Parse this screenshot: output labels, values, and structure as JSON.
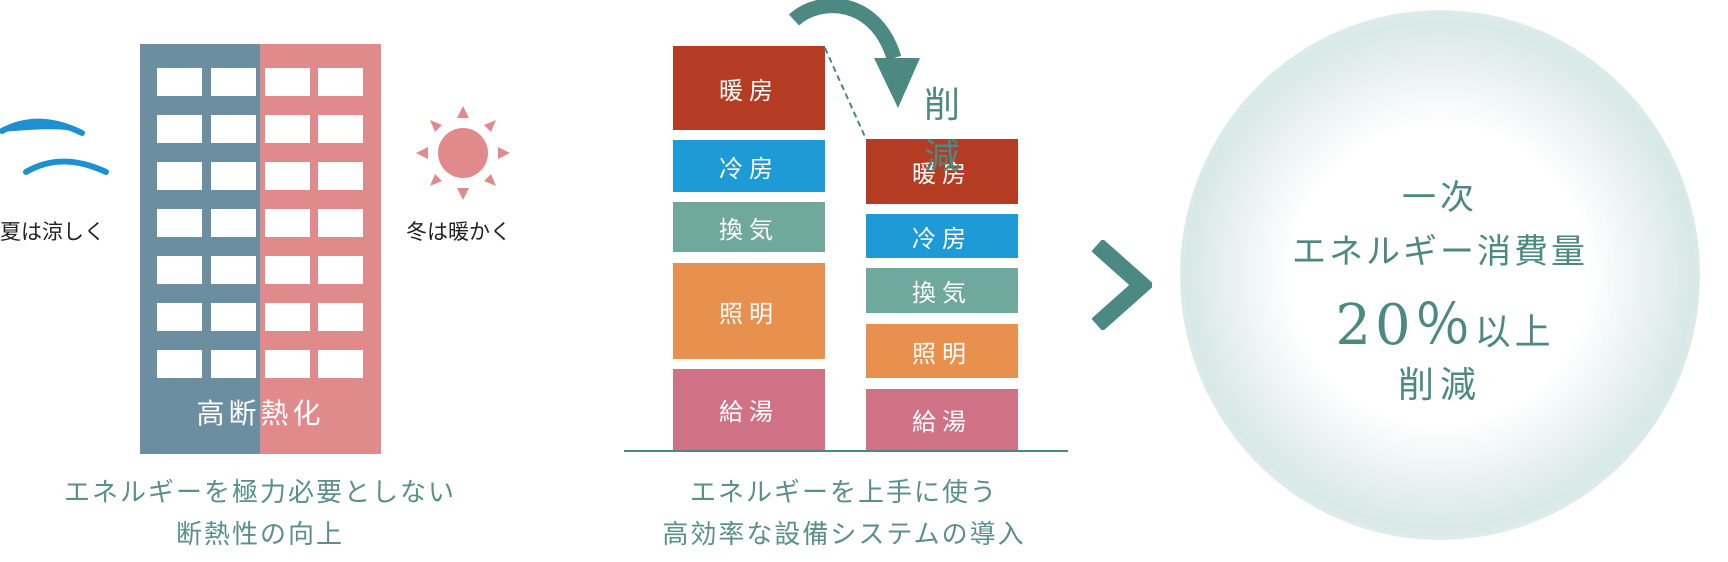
{
  "insulation": {
    "building_label": "高断熱化",
    "summer_label": "夏は涼しく",
    "winter_label": "冬は暖かく",
    "caption_line1": "エネルギーを極力必要としない",
    "caption_line2": "断熱性の向上",
    "colors": {
      "cool_side": "#6b8fa0",
      "warm_side": "#e08a8c",
      "wave": "#1e8fd0",
      "sun": "#e08a8c"
    }
  },
  "equipment": {
    "before_blocks": [
      {
        "label": "暖房",
        "color": "#b33c23"
      },
      {
        "label": "冷房",
        "color": "#1e9ad6"
      },
      {
        "label": "換気",
        "color": "#6fa89c"
      },
      {
        "label": "照明",
        "color": "#e8904e"
      },
      {
        "label": "給湯",
        "color": "#cf7285"
      }
    ],
    "after_blocks": [
      {
        "label": "暖房",
        "color": "#b33c23"
      },
      {
        "label": "冷房",
        "color": "#1e9ad6"
      },
      {
        "label": "換気",
        "color": "#6fa89c"
      },
      {
        "label": "照明",
        "color": "#e8904e"
      },
      {
        "label": "給湯",
        "color": "#cf7285"
      }
    ],
    "reduction_label": "削減",
    "caption_line1": "エネルギーを上手に使う",
    "caption_line2": "高効率な設備システムの導入",
    "accent_color": "#4c8983"
  },
  "result": {
    "line1": "一次",
    "line2": "エネルギー消費量",
    "percent": "20％",
    "suffix": "以上",
    "line4": "削減",
    "color": "#4c8983"
  }
}
